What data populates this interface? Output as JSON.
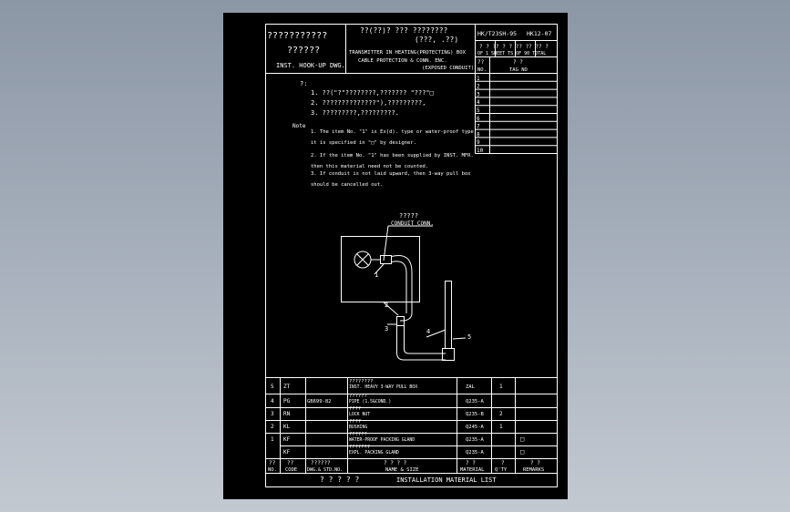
{
  "colors": {
    "background": "#9aa4b1",
    "paper": "#000000",
    "lines": "#ffffff"
  },
  "title_block": {
    "company_line1": "???????????",
    "company_line2": "??????",
    "company_line3": "INST. HOOK-UP DWG.",
    "title_cn": "??(??)?  ???  ????????",
    "title_cn2": "(???, .??)",
    "title_en1": "TRANSMITTER IN HEATING(PROTECTING) BOX",
    "title_en2": "CABLE PROTECTION & CONN. ENC.",
    "title_en3": "(EXPOSED CONDUIT)",
    "dwg_no": "HK/T23SH-95",
    "dwg_no2": "HK12-07",
    "sheet_cn": "? ? ??  ? ?  ?? ?? ?? ?",
    "sheet_en": "OF 1 SHEET  TS OF 90 TOTAL"
  },
  "tag_table": {
    "header_no": "??",
    "header_no_en": "NO.",
    "header_tag": "?   ?",
    "header_tag_en": "TAG NO",
    "rows": [
      "1",
      "2",
      "3",
      "4",
      "5",
      "6",
      "7",
      "8",
      "9",
      "10"
    ]
  },
  "notes": {
    "cn_label": "?:",
    "cn_lines": [
      "1. ??(\"?\"????????,???????  \"???\"□",
      "2. ??????????????\"),?????????,",
      "3. ?????????,?????????."
    ],
    "en_label": "Note",
    "en_lines": [
      "1. The item No. \"1\" is Ex(d). type or water-proof type,",
      "   it is specified in \"□\" by designer.",
      "2. If the item No. \"1\" has been supplied by INST. MFR.",
      "   then this material need not be counted.",
      "3. If conduit is not laid upward, then 3-way pull box",
      "   should be cancelled out."
    ]
  },
  "drawing": {
    "label_cn": "?????",
    "label_en": "CONDUIT CONN.",
    "callouts": [
      "1",
      "2",
      "3",
      "4",
      "5"
    ]
  },
  "material_list": {
    "rows": [
      {
        "no": "5",
        "code": "ZT",
        "std": "",
        "name_cn": "????????",
        "name_en": "INST. HEAVY 3-WAY PULL BOX",
        "material": "ZAL",
        "qty": "1",
        "remarks": ""
      },
      {
        "no": "4",
        "code": "PG",
        "std": "GB699-82",
        "name_cn": "??????",
        "name_en": "PIPE (1.5&COND.)",
        "material": "Q235-A",
        "qty": "",
        "remarks": ""
      },
      {
        "no": "3",
        "code": "RN",
        "std": "",
        "name_cn": "????",
        "name_en": "LOCK NUT",
        "material": "Q235-B",
        "qty": "2",
        "remarks": ""
      },
      {
        "no": "2",
        "code": "KL",
        "std": "",
        "name_cn": "????",
        "name_en": "BUSHING",
        "material": "Q245-A",
        "qty": "1",
        "remarks": ""
      },
      {
        "no": "1",
        "code": "KF",
        "std": "",
        "name_cn": "??????",
        "name_en": "WATER-PROOF PACKING GLAND",
        "material": "Q235-A",
        "qty": "",
        "remarks": "□"
      },
      {
        "no": "",
        "code": "KF",
        "std": "",
        "name_cn": "???????",
        "name_en": "EXPL. PACKING GLAND",
        "material": "Q235-A",
        "qty": "",
        "remarks": "□"
      }
    ],
    "headers_cn": {
      "no": "??",
      "code": "??",
      "std": "??????",
      "name": "?  ?  ?  ?",
      "material": "?  ?",
      "qty": "?",
      "remarks": "?  ?"
    },
    "headers_en": {
      "no": "NO.",
      "code": "CODE",
      "std": "DWG.& STD.NO.",
      "name": "NAME & SIZE",
      "material": "MATERIAL",
      "qty": "Q'TY",
      "remarks": "REMARKS"
    },
    "footer_cn": "? ? ? ? ?",
    "footer_en": "INSTALLATION  MATERIAL  LIST"
  }
}
